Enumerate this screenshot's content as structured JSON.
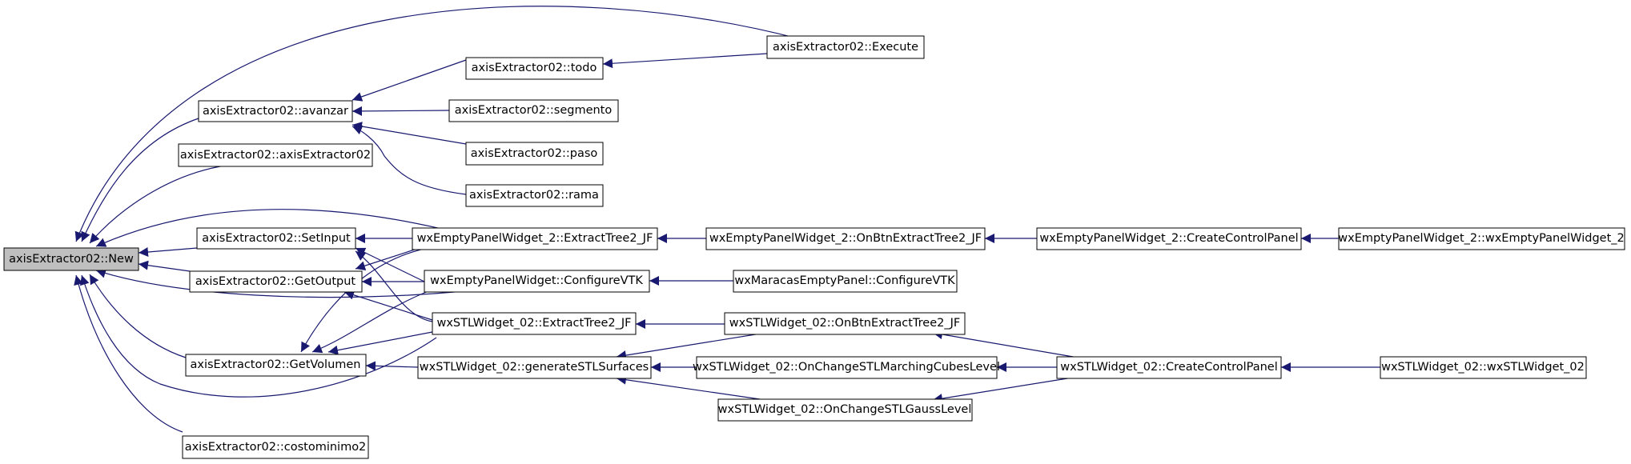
{
  "colors": {
    "edge": "#191970",
    "node_border": "#000000",
    "node_fill": "#ffffff",
    "root_fill": "#bfbfbf"
  },
  "nodes": {
    "new": "axisExtractor02::New",
    "avanzar": "axisExtractor02::avanzar",
    "constructor": "axisExtractor02::axisExtractor02",
    "setinput": "axisExtractor02::SetInput",
    "getoutput": "axisExtractor02::GetOutput",
    "getvolumen": "axisExtractor02::GetVolumen",
    "costominimo2": "axisExtractor02::costominimo2",
    "todo": "axisExtractor02::todo",
    "segmento": "axisExtractor02::segmento",
    "paso": "axisExtractor02::paso",
    "rama": "axisExtractor02::rama",
    "execute": "axisExtractor02::Execute",
    "empty2_extract": "wxEmptyPanelWidget_2::ExtractTree2_JF",
    "empty_configure": "wxEmptyPanelWidget::ConfigureVTK",
    "stl_extract": "wxSTLWidget_02::ExtractTree2_JF",
    "stl_generate": "wxSTLWidget_02::generateSTLSurfaces",
    "empty2_onbtn": "wxEmptyPanelWidget_2::OnBtnExtractTree2_JF",
    "maracas_configure": "wxMaracasEmptyPanel::ConfigureVTK",
    "stl_onbtn": "wxSTLWidget_02::OnBtnExtractTree2_JF",
    "stl_marching": "wxSTLWidget_02::OnChangeSTLMarchingCubesLevel",
    "stl_gauss": "wxSTLWidget_02::OnChangeSTLGaussLevel",
    "empty2_create": "wxEmptyPanelWidget_2::CreateControlPanel",
    "empty2_ctor": "wxEmptyPanelWidget_2::wxEmptyPanelWidget_2",
    "stl_create": "wxSTLWidget_02::CreateControlPanel",
    "stl_ctor": "wxSTLWidget_02::wxSTLWidget_02"
  }
}
